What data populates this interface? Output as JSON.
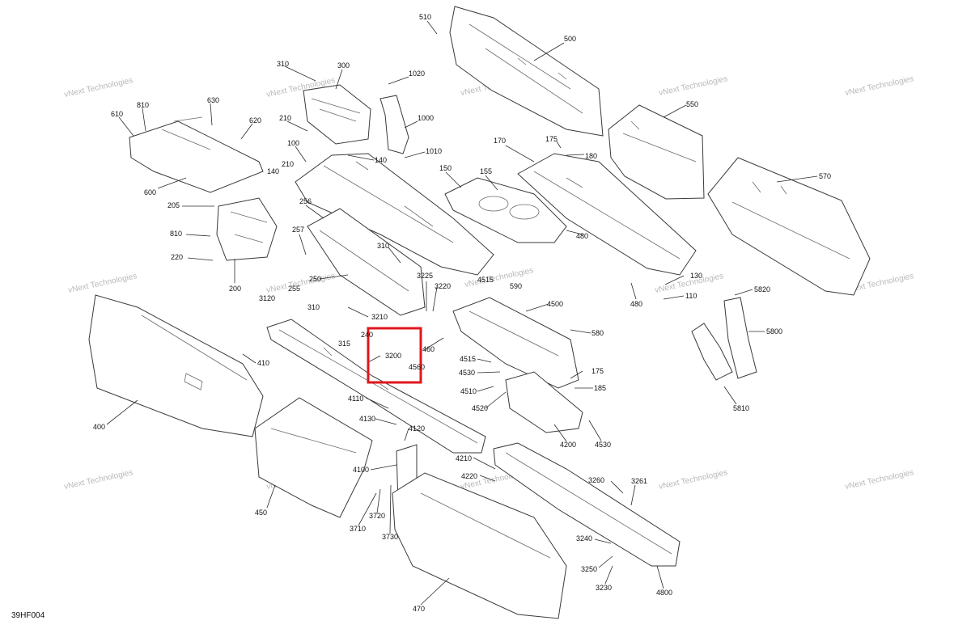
{
  "diagram": {
    "figure_code": "39HF004",
    "watermark": "vNext Technologies",
    "highlight_color": "#e0161d",
    "highlighted_callout": "3200",
    "callouts": [
      "510",
      "500",
      "310",
      "300",
      "1020",
      "1000",
      "1010",
      "630",
      "810",
      "610",
      "620",
      "600",
      "210",
      "100",
      "140",
      "550",
      "175",
      "180",
      "170",
      "155",
      "150",
      "570",
      "205",
      "256",
      "257",
      "810",
      "220",
      "250",
      "200",
      "310",
      "3225",
      "3220",
      "4515",
      "590",
      "3210",
      "3200",
      "4560",
      "460",
      "4500",
      "580",
      "3120",
      "255",
      "310",
      "315",
      "240",
      "410",
      "4530",
      "4510",
      "4520",
      "175",
      "185",
      "4110",
      "4130",
      "4120",
      "4200",
      "4530",
      "400",
      "4100",
      "3720",
      "3730",
      "3710",
      "450",
      "4210",
      "4220",
      "3260",
      "3261",
      "3240",
      "3250",
      "3230",
      "4800",
      "470",
      "480",
      "130",
      "110",
      "480",
      "5820",
      "5800",
      "5810"
    ]
  }
}
